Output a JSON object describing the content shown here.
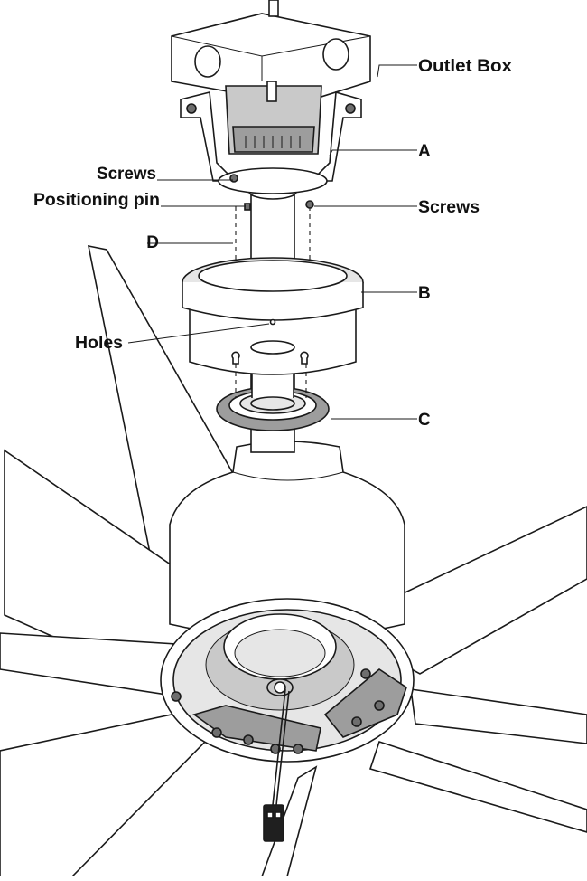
{
  "labels": {
    "outlet_box": "Outlet Box",
    "a": "A",
    "screws_left": "Screws",
    "positioning_pin": "Positioning pin",
    "screws_right": "Screws",
    "d": "D",
    "b": "B",
    "holes": "Holes",
    "c": "C"
  },
  "colors": {
    "line": "#1a1a1a",
    "background": "#ffffff",
    "shade_light": "#e6e6e6",
    "shade_mid": "#c9c9c9",
    "shade_dark": "#6e6e6e"
  }
}
